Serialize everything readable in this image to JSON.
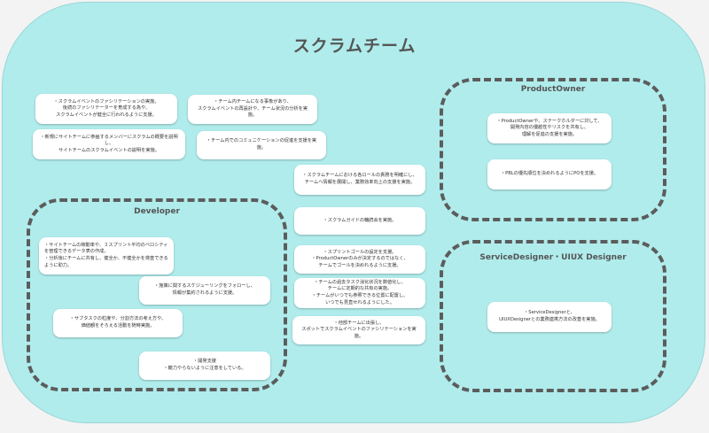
{
  "board": {
    "title": "スクラムチーム",
    "colors": {
      "team_fill": "#b0ecec",
      "zone_border": "#5c5c5c",
      "note_fill": "#ffffff"
    }
  },
  "zones": {
    "developer": "Developer",
    "product_owner": "ProductOwner",
    "service_designer": "ServiceDesigner・UIUX Designer"
  },
  "notes": {
    "n1": "・スクラムイベントのファシリテーションの実施。\n後続のファシリテーターを育成する為や、\nスクラムイベントが健全に行われるように支援。",
    "n2": "・チーム内チームになる事象があり、\nスクラムイベントの再設計や、チーム状況の分析を実施。",
    "n3": "・新規にサイトチームに参画するメンバーにスクラムの概要を説明し、\nサイトチームのスクラムイベントの説明を実施。",
    "n4": "・チーム内でのコミュニケーションの促進を支援を実施。",
    "n5": "・スクラムチームにおける各ロールの責務を明確にし、\nチームへ情報を展開し、業務効率向上の支援を実施。",
    "n6": "・スクラムガイドの輪読会を実施。",
    "n7": "・スプリントゴールの設定を支援。\n・ProductOwnerのみが決定するのではなく、\nチームでゴールを決めれるように支援。",
    "n8": "・チームの過去タスク消化状況を数値化し、\nチームに定期的な共有の実施。\n・チームがいつでも参照できる位置に配置し、\nいつでも見直せれるようにした。",
    "n9": "・他部チームに出張し、\nスポットでスクラムイベントのファシリテーションを実施。",
    "d1": "・サイトチームの稼動率や、３スプリント平均のベロシティを管理できるデータ表の作成。\n・分析後にチームに共有し、健全か、不健全かを検査できるように助力。",
    "d2": "・施策に関するスケジューリングをフォローし、\n情報が集約されるように支援。",
    "d3": "・サブタスクの粒度や、分割方法の考え方や、\n価値観をそろえる活動を随時実施。",
    "d4": "・開発支援\n・轍力やらないように注意をしている。",
    "p1": "・ProductOwnerや、ステークホルダーに対して、\n開発内容の優越性やリスクを共有し、\n理解を促進の支援を実施。",
    "p2": "・PBLの優先順位を決めれるようにPOを支援。",
    "s1": "・ServiceDesignerと、\nUIUXDesignerとの業務連携方法の改善を実施。"
  }
}
